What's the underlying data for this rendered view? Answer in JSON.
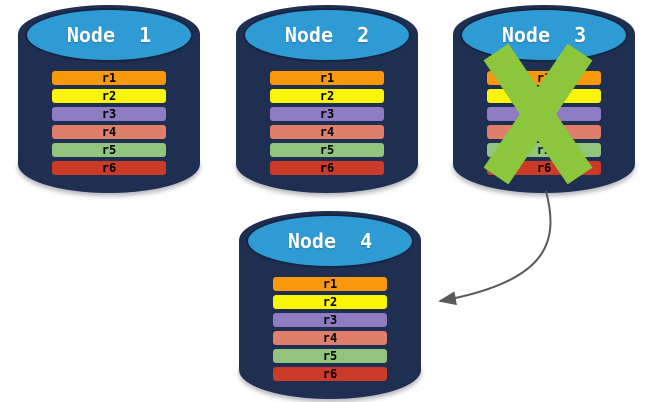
{
  "colors": {
    "cylinder_body": "#1E2F52",
    "cylinder_cap": "#2E9BD5",
    "cap_border": "#16243E",
    "title_text": "#FFFFFF",
    "row_text": "#000000",
    "cross": "#8CC63C",
    "arrow": "#595959"
  },
  "nodes": [
    {
      "title": "Node  1",
      "rows": [
        {
          "label": "r1",
          "color": "#F8990D"
        },
        {
          "label": "r2",
          "color": "#FAF405"
        },
        {
          "label": "r3",
          "color": "#8E7CC3"
        },
        {
          "label": "r4",
          "color": "#DF7E6B"
        },
        {
          "label": "r5",
          "color": "#93C47E"
        },
        {
          "label": "r6",
          "color": "#CC3B28"
        }
      ]
    },
    {
      "title": "Node  2",
      "rows": [
        {
          "label": "r1",
          "color": "#F8990D"
        },
        {
          "label": "r2",
          "color": "#FAF405"
        },
        {
          "label": "r3",
          "color": "#8E7CC3"
        },
        {
          "label": "r4",
          "color": "#DF7E6B"
        },
        {
          "label": "r5",
          "color": "#93C47E"
        },
        {
          "label": "r6",
          "color": "#CC3B28"
        }
      ]
    },
    {
      "title": "Node  3",
      "rows": [
        {
          "label": "r1",
          "color": "#F8990D"
        },
        {
          "label": "r2",
          "color": "#FAF405"
        },
        {
          "label": "r3",
          "color": "#8E7CC3"
        },
        {
          "label": "r4",
          "color": "#DF7E6B"
        },
        {
          "label": "r5",
          "color": "#93C47E"
        },
        {
          "label": "r6",
          "color": "#CC3B28"
        }
      ]
    },
    {
      "title": "Node  4",
      "rows": [
        {
          "label": "r1",
          "color": "#F8990D"
        },
        {
          "label": "r2",
          "color": "#FAF405"
        },
        {
          "label": "r3",
          "color": "#8E7CC3"
        },
        {
          "label": "r4",
          "color": "#DF7E6B"
        },
        {
          "label": "r5",
          "color": "#93C47E"
        },
        {
          "label": "r6",
          "color": "#CC3B28"
        }
      ]
    }
  ],
  "cross": {
    "color": "#8CC63C"
  },
  "arrow": {
    "color": "#595959"
  }
}
